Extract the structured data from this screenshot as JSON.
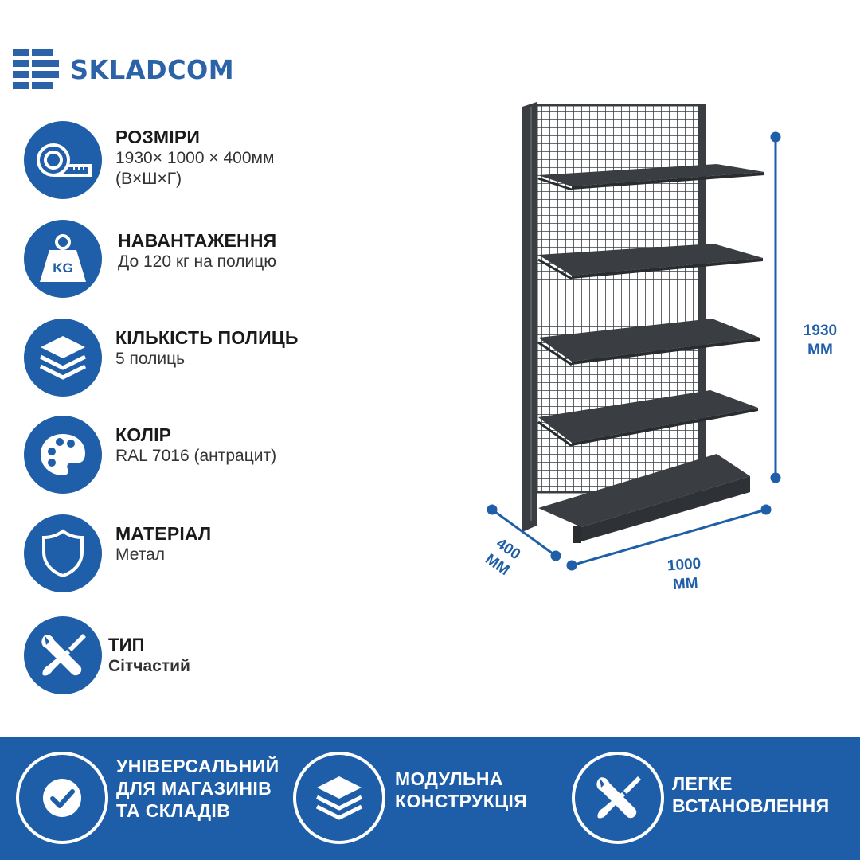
{
  "brand": {
    "name": "SKLADCOM",
    "color": "#2b62a8"
  },
  "features": [
    {
      "icon": "tape-measure-icon",
      "title": "РОЗМІРИ",
      "value": "1930× 1000 × 400мм",
      "value2": "(В×Ш×Г)"
    },
    {
      "icon": "weight-kg-icon",
      "title": "НАВАНТАЖЕННЯ",
      "value": "До 120 кг на полицю",
      "icon_text": "KG"
    },
    {
      "icon": "layers-icon",
      "title": "КІЛЬКІСТЬ ПОЛИЦЬ",
      "value": "5 полиць"
    },
    {
      "icon": "palette-icon",
      "title": "КОЛІР",
      "value": "RAL 7016 (антрацит)"
    },
    {
      "icon": "shield-icon",
      "title": "МАТЕРІАЛ",
      "value": "Метал"
    },
    {
      "icon": "wrench-screwdriver-icon",
      "title": "ТИП",
      "value": "Сітчастий"
    }
  ],
  "dimensions": {
    "height": {
      "value": "1930",
      "unit": "ММ"
    },
    "width": {
      "value": "1000",
      "unit": "ММ"
    },
    "depth": {
      "value": "400",
      "unit": "ММ"
    }
  },
  "banner": {
    "items": [
      {
        "icon": "check-icon",
        "lines": [
          "УНІВЕРСАЛЬНИЙ",
          "ДЛЯ МАГАЗИНІВ",
          "ТА СКЛАДІВ"
        ]
      },
      {
        "icon": "layers-icon",
        "lines": [
          "МОДУЛЬНА",
          "КОНСТРУКЦІЯ"
        ]
      },
      {
        "icon": "wrench-screwdriver-icon",
        "lines": [
          "ЛЕГКЕ",
          "ВСТАНОВЛЕННЯ"
        ]
      }
    ]
  },
  "colors": {
    "accent": "#1f5ea8",
    "banner": "#1e5ea9",
    "shelf": "#3a3e42"
  }
}
